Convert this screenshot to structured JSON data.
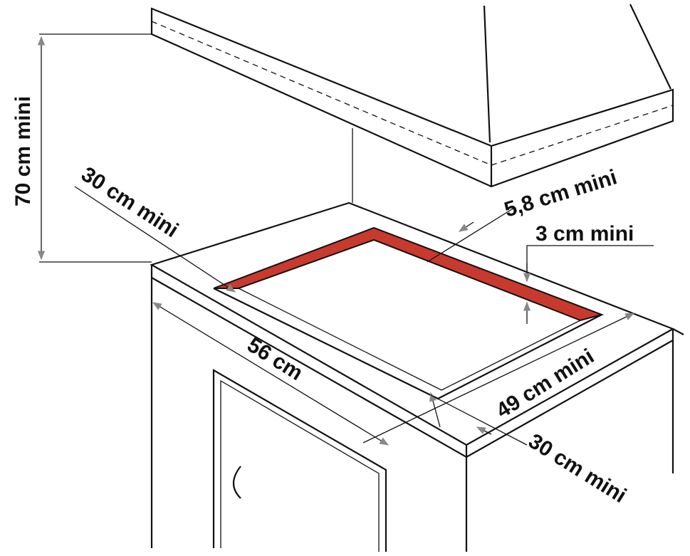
{
  "title": "Hob installation dimensions",
  "colors": {
    "seal_frame": "#c8392e",
    "line": "#111111"
  },
  "labels": {
    "hood_height": "70 cm mini",
    "left_clearance": "30 cm mini",
    "back_clearance": "5,8 cm mini",
    "side_clearance": "3 cm mini",
    "cutout_width": "56 cm",
    "cutout_depth": "49 cm mini",
    "front_clearance": "30 cm mini"
  }
}
